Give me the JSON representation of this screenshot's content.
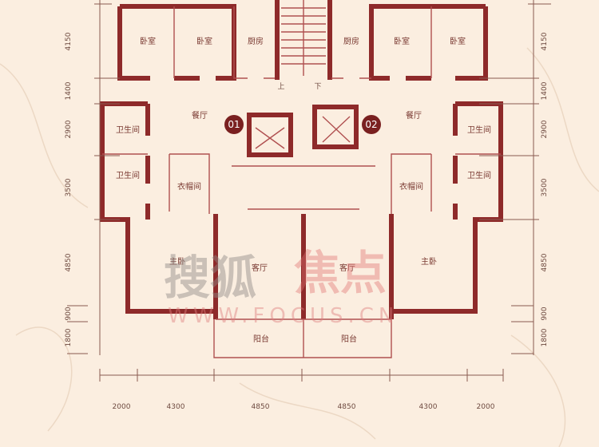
{
  "rooms": {
    "bedroom": "卧室",
    "kitchen": "厨房",
    "dining": "餐厅",
    "bathroom": "卫生间",
    "closet": "衣帽间",
    "master_bedroom": "主卧",
    "living": "客厅",
    "balcony": "阳台",
    "stairs_up": "上",
    "stairs_down": "下"
  },
  "units": [
    "01",
    "02"
  ],
  "dimensions": {
    "vertical": [
      "4150",
      "1400",
      "2900",
      "3500",
      "4850",
      "900",
      "1800"
    ],
    "horizontal": [
      "2000",
      "4300",
      "4850",
      "4850",
      "4300",
      "2000"
    ]
  },
  "watermark": {
    "brand_gray": "搜狐",
    "brand_red": "焦点",
    "url": "WWW.FOCUS.CN"
  },
  "colors": {
    "wall": "#8e2a2a",
    "background": "#fbeee0"
  }
}
